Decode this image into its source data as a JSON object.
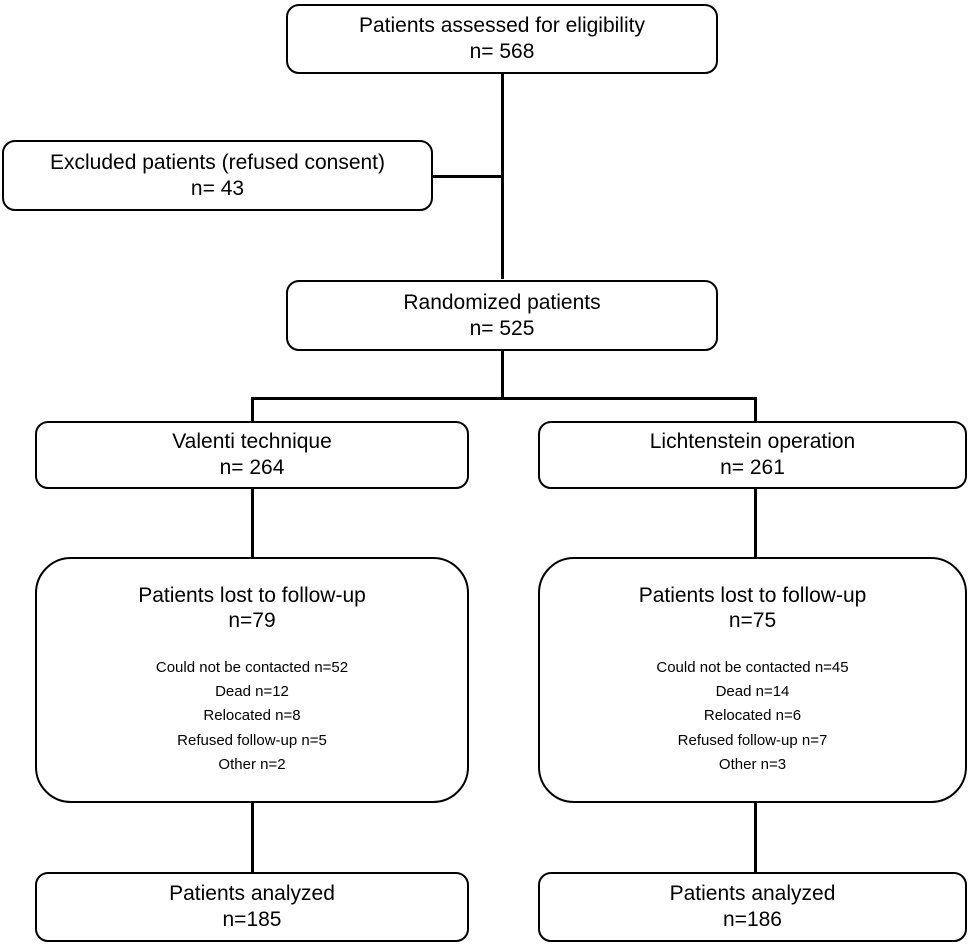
{
  "diagram": {
    "type": "consort-flow-diagram",
    "title": "",
    "line_color": "#000000",
    "background_color": "#ffffff",
    "text_color": "#000000"
  },
  "nodes": {
    "enrollment": {
      "title": "Patients assessed for eligibility",
      "count": "n= 568"
    },
    "excluded": {
      "title": "Excluded patients (refused consent)",
      "count": "n= 43"
    },
    "randomized": {
      "title": "Randomized patients",
      "count": "n= 525"
    },
    "arm_left": {
      "title": "Valenti technique",
      "count": "n= 264"
    },
    "arm_right": {
      "title": "Lichtenstein operation",
      "count": "n= 261"
    },
    "lost_left": {
      "title": "Patients lost to follow-up",
      "count": "n=79",
      "reasons": [
        "Could not be contacted n=52",
        "Dead n=12",
        "Relocated n=8",
        "Refused follow-up n=5",
        "Other n=2"
      ]
    },
    "lost_right": {
      "title": "Patients lost to follow-up",
      "count": "n=75",
      "reasons": [
        "Could not be contacted n=45",
        "Dead n=14",
        "Relocated n=6",
        "Refused follow-up n=7",
        "Other n=3"
      ]
    },
    "analyzed_left": {
      "title": "Patients analyzed",
      "count": "n=185"
    },
    "analyzed_right": {
      "title": "Patients analyzed",
      "count": "n=186"
    }
  },
  "chart_data": {
    "type": "diagram",
    "title": "CONSORT participant flow",
    "flow": [
      {
        "stage": "assessed for eligibility",
        "n": 568
      },
      {
        "stage": "excluded (refused consent)",
        "n": 43
      },
      {
        "stage": "randomized",
        "n": 525
      },
      {
        "stage": "Valenti technique allocated",
        "n": 264
      },
      {
        "stage": "Lichtenstein operation allocated",
        "n": 261
      },
      {
        "stage": "Valenti technique lost to follow-up",
        "n": 79
      },
      {
        "stage": "Lichtenstein operation lost to follow-up",
        "n": 75
      },
      {
        "stage": "Valenti technique analyzed",
        "n": 185
      },
      {
        "stage": "Lichtenstein operation analyzed",
        "n": 186
      }
    ],
    "lost_to_followup_reasons": {
      "Valenti technique": {
        "Could not be contacted": 52,
        "Dead": 12,
        "Relocated": 8,
        "Refused follow-up": 5,
        "Other": 2
      },
      "Lichtenstein operation": {
        "Could not be contacted": 45,
        "Dead": 14,
        "Relocated": 6,
        "Refused follow-up": 7,
        "Other": 3
      }
    }
  }
}
